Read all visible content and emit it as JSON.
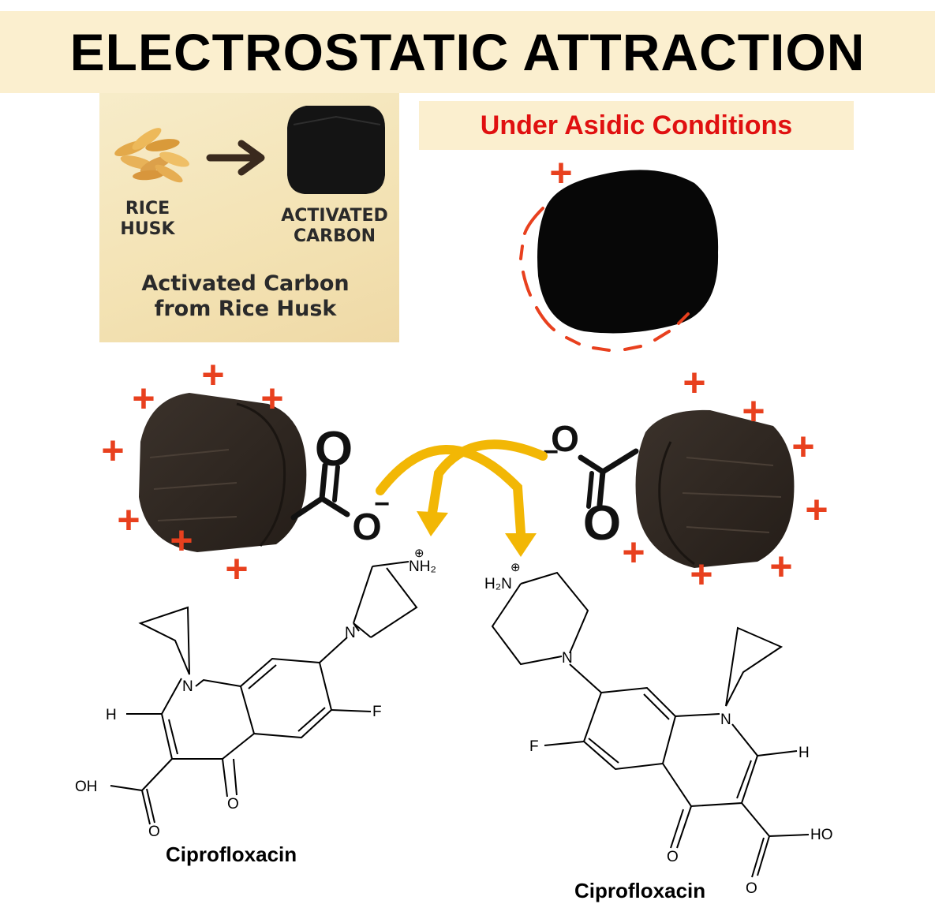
{
  "title": "ELECTROSTATIC ATTRACTION",
  "inset": {
    "rice_husk": "RICE\nHUSK",
    "activated_carbon": "ACTIVATED\nCARBON",
    "caption": "Activated Carbon\nfrom Rice Husk"
  },
  "condition": "Under Asidic Conditions",
  "charges": {
    "plus": "+",
    "minus": "−",
    "cation": "⊕"
  },
  "atoms": {
    "oxygen": "O",
    "nitrogen": "N",
    "fluorine": "F",
    "hydrogen": "H",
    "hydroxyl_left": "OH",
    "hydroxyl_right": "HO",
    "ammonium_right": "NH₂",
    "ammonium_left": "H₂N"
  },
  "molecules": [
    {
      "name": "Ciprofloxacin"
    },
    {
      "name": "Ciprofloxacin"
    }
  ],
  "colors": {
    "charge": "#e8401e",
    "condition_text": "#e01010",
    "arrow": "#f2b705",
    "band": "#fbefcf"
  }
}
